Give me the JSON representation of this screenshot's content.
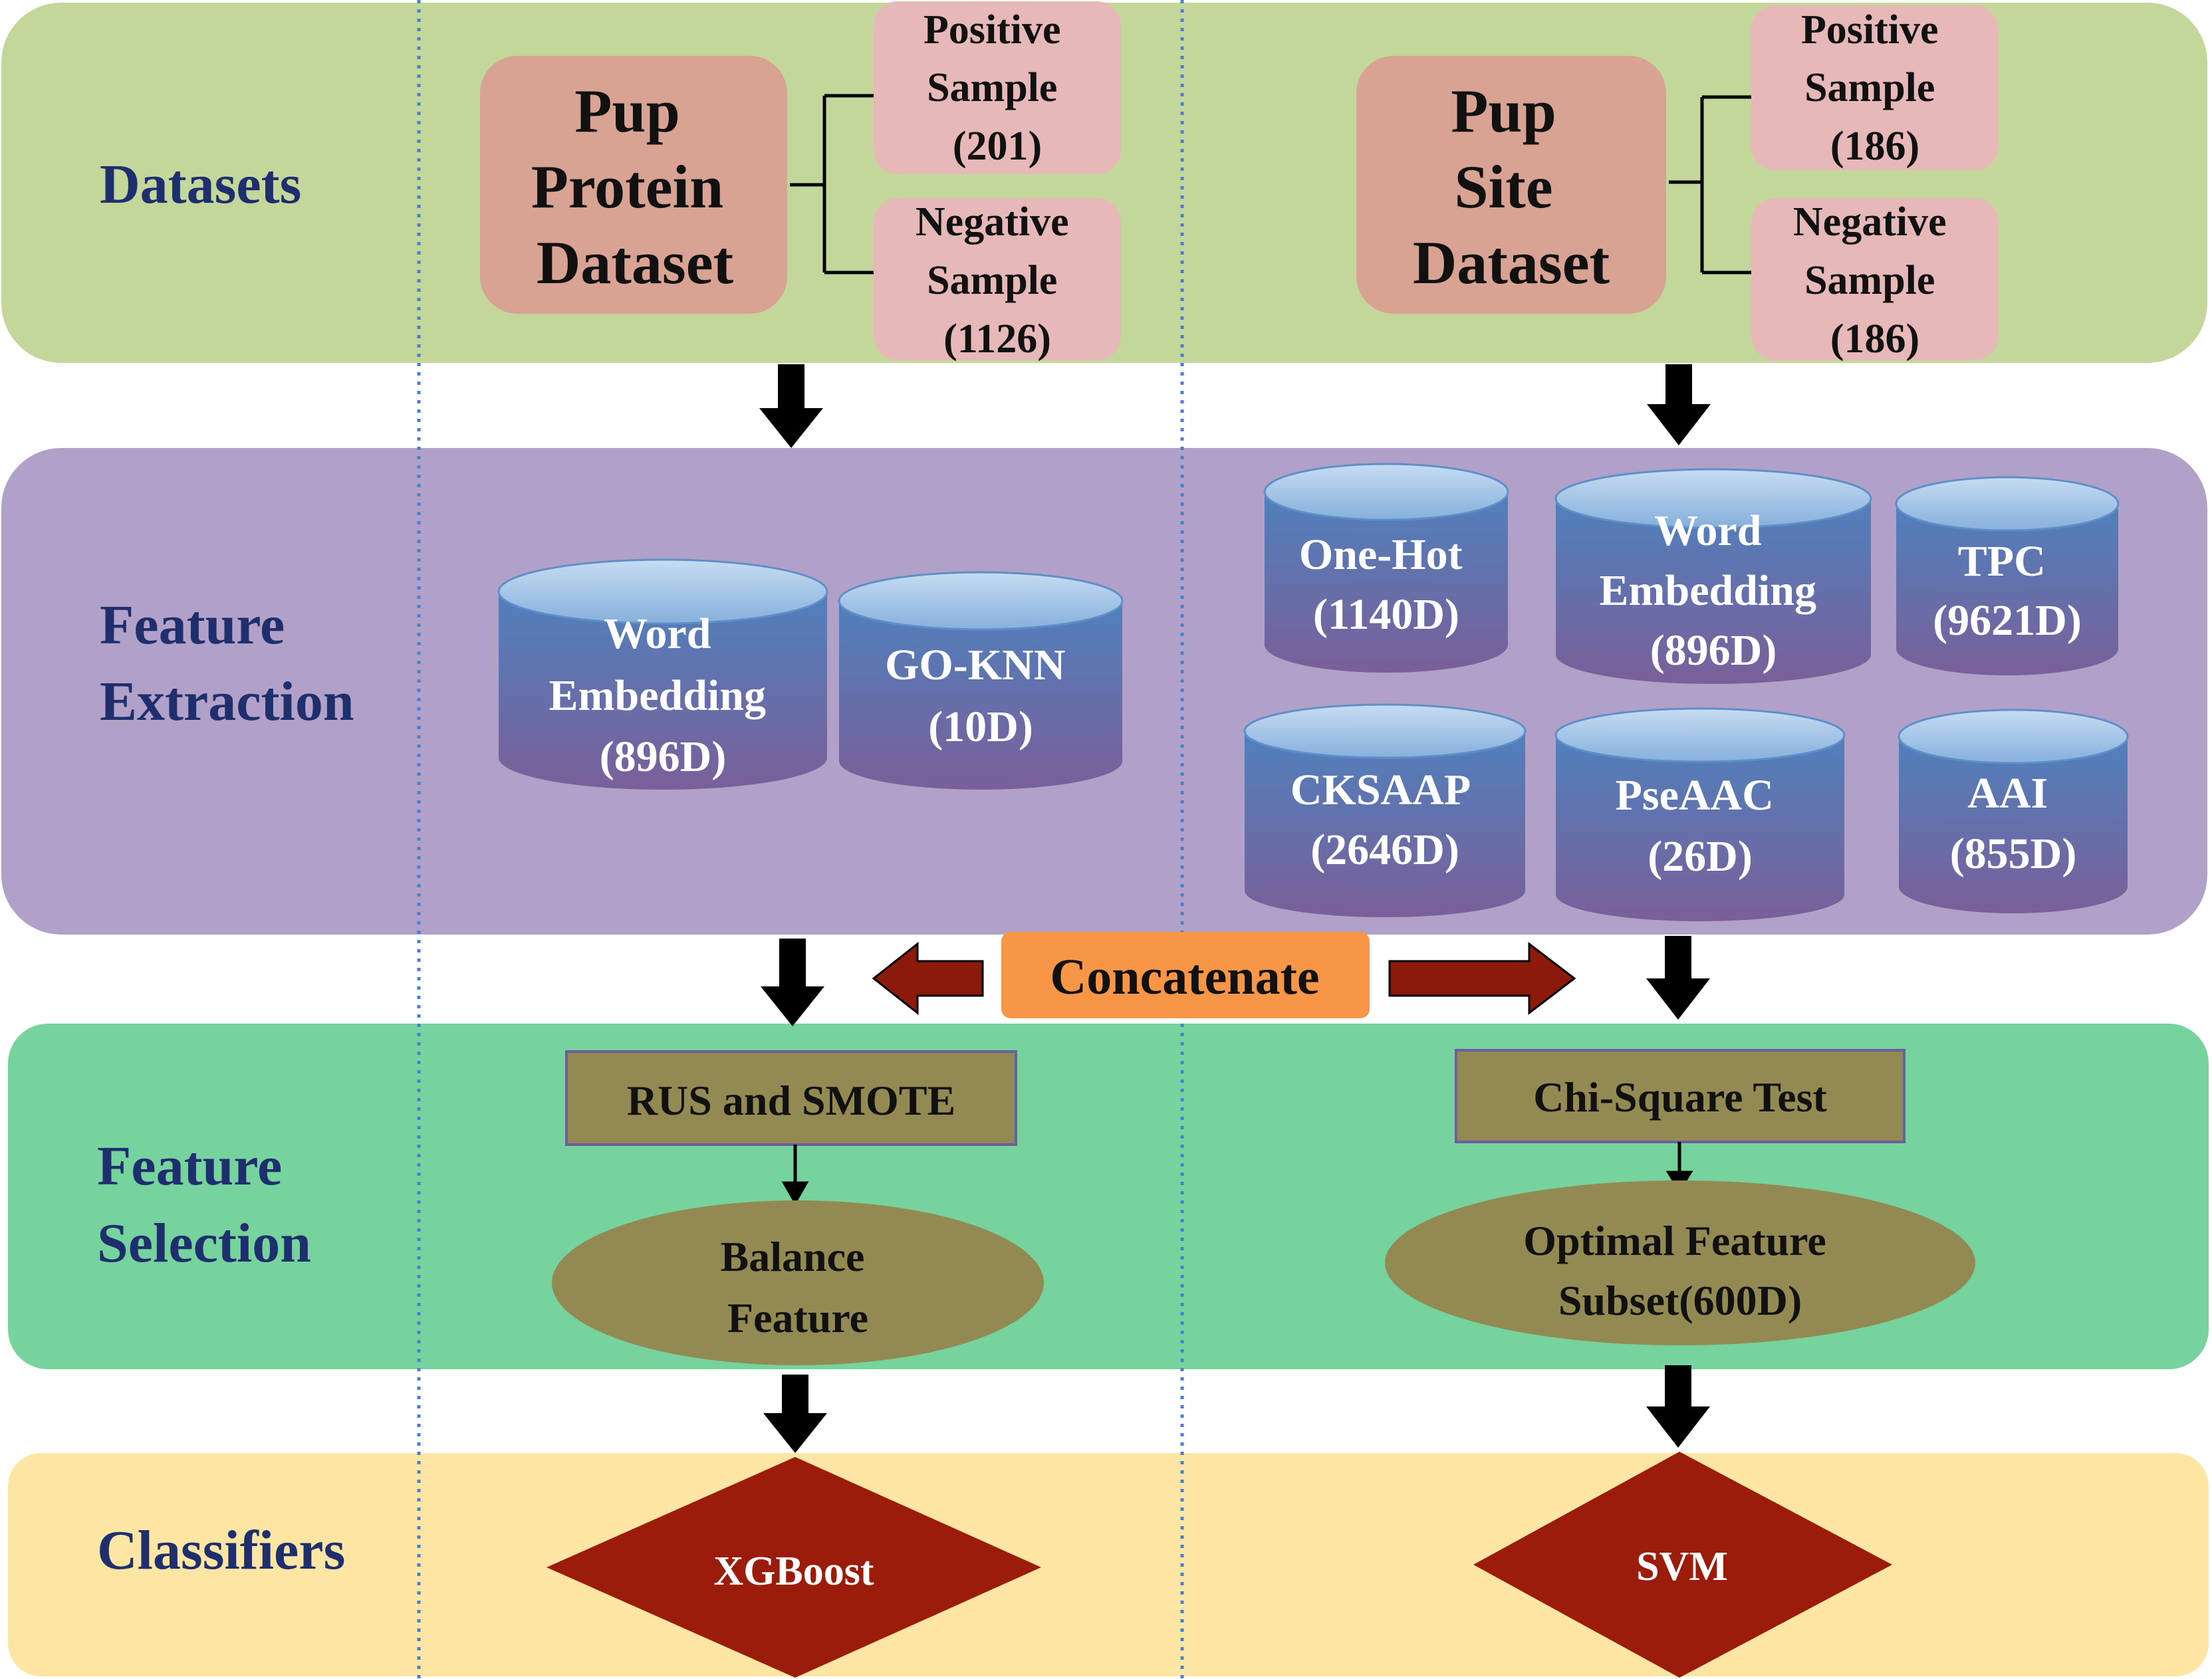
{
  "bands": {
    "datasets": "Datasets",
    "feature_extraction": [
      "Feature",
      "Extraction"
    ],
    "feature_selection": [
      "Feature",
      "Selection"
    ],
    "classifiers": "Classifiers"
  },
  "left": {
    "dataset": [
      "Pup",
      "Protein",
      "Dataset"
    ],
    "positive": [
      "Positive",
      "Sample",
      "(201)"
    ],
    "negative": [
      "Negative",
      "Sample",
      "(1126)"
    ],
    "features": [
      [
        "Word",
        "Embedding",
        "(896D)"
      ],
      [
        "GO-KNN",
        "(10D)"
      ]
    ],
    "selection_method": "RUS and SMOTE",
    "selection_result": [
      "Balance",
      "Feature"
    ],
    "classifier": "XGBoost"
  },
  "right": {
    "dataset": [
      "Pup",
      "Site",
      "Dataset"
    ],
    "positive": [
      "Positive",
      "Sample",
      "(186)"
    ],
    "negative": [
      "Negative",
      "Sample",
      "(186)"
    ],
    "features": [
      [
        "One-Hot",
        "(1140D)"
      ],
      [
        "Word",
        "Embedding",
        "(896D)"
      ],
      [
        "TPC",
        "(9621D)"
      ],
      [
        "CKSAAP",
        "(2646D)"
      ],
      [
        "PseAAC",
        "(26D)"
      ],
      [
        "AAI",
        "(855D)"
      ]
    ],
    "selection_method": "Chi-Square  Test",
    "selection_result": [
      "Optimal  Feature",
      "Subset(600D)"
    ],
    "classifier": "SVM"
  },
  "concatenate": "Concatenate",
  "colors": {
    "datasets_band": "#c4d79b",
    "extraction_band": "#b1a0c7",
    "selection_band": "#76d39e",
    "classifier_band": "#fde5a4",
    "dataset_box": "#d8a393",
    "sample_box": "#e6b9b8",
    "cylinder_top": "#8ab4e0",
    "cylinder_body_top": "#4f81bd",
    "cylinder_body_bottom": "#7a5f99",
    "method_box": "#938953",
    "result_ellipse": "#938953",
    "diamond": "#9b1c0b",
    "concatenate_box": "#f79646",
    "concat_arrow": "#8b1a0a",
    "band_label": "#1f2f6e"
  }
}
